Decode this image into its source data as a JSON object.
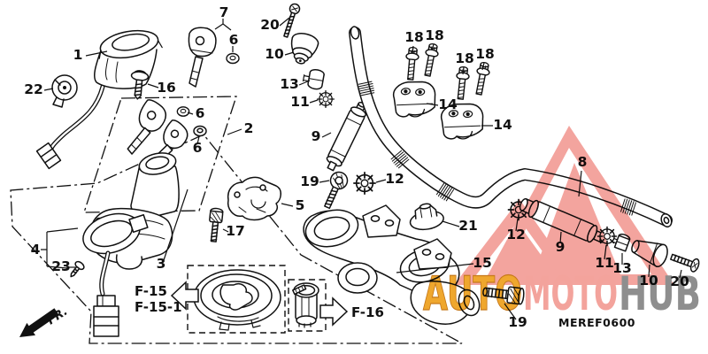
{
  "diagram_code": "MEREF0600",
  "fr_indicator": "FR.",
  "section_refs": {
    "left_line1": "F-15",
    "left_line2": "F-15-1",
    "right": "F-16"
  },
  "watermark": {
    "segment_auto": "AUTO",
    "segment_moto": "MOTO",
    "segment_hub": "HUB",
    "colors": {
      "triangle": "#f3a49e",
      "auto": "#efa72e",
      "auto_outline": "#c6791b",
      "moto": "#f3a39c",
      "hub": "#8e8e8e"
    }
  },
  "callouts": [
    {
      "part": "1"
    },
    {
      "part": "22"
    },
    {
      "part": "16"
    },
    {
      "part": "7"
    },
    {
      "part": "6"
    },
    {
      "part": "20"
    },
    {
      "part": "10"
    },
    {
      "part": "13"
    },
    {
      "part": "11"
    },
    {
      "part": "9"
    },
    {
      "part": "2"
    },
    {
      "part": "6"
    },
    {
      "part": "6"
    },
    {
      "part": "19"
    },
    {
      "part": "12"
    },
    {
      "part": "18"
    },
    {
      "part": "18"
    },
    {
      "part": "18"
    },
    {
      "part": "18"
    },
    {
      "part": "14"
    },
    {
      "part": "14"
    },
    {
      "part": "8"
    },
    {
      "part": "12"
    },
    {
      "part": "9"
    },
    {
      "part": "11"
    },
    {
      "part": "13"
    },
    {
      "part": "10"
    },
    {
      "part": "20"
    },
    {
      "part": "21"
    },
    {
      "part": "15"
    },
    {
      "part": "19"
    },
    {
      "part": "17"
    },
    {
      "part": "5"
    },
    {
      "part": "3"
    },
    {
      "part": "4"
    },
    {
      "part": "23"
    }
  ]
}
